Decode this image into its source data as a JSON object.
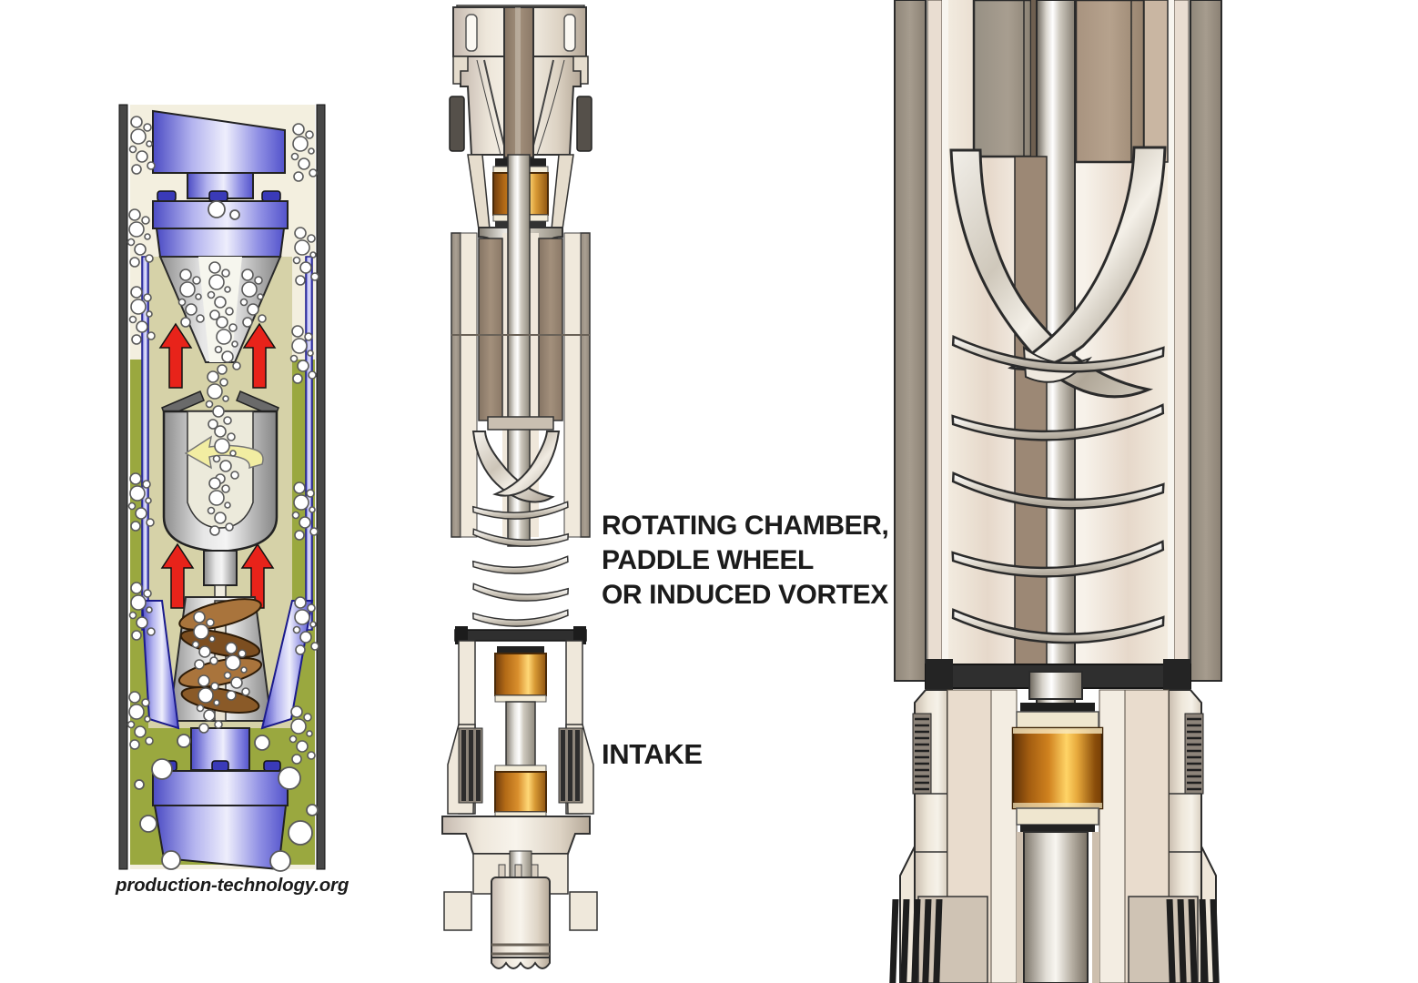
{
  "labels": {
    "rotating_chamber": "ROTATING CHAMBER,\nPADDLE WHEEL\nOR INDUCED VORTEX",
    "intake": "INTAKE",
    "watermark": "production-technology.org"
  },
  "colors": {
    "label_text": "#1b1b1b",
    "arrow_red": "#e8231a",
    "rotation_arrow_yellow": "#f2eda2",
    "annulus_green": "#9aa83f",
    "interior_khaki": "#d6d2a8",
    "annulus_cream": "#f3efdf",
    "casing_gray": "#474747",
    "housing_blue": "#6b6bdc",
    "auger_brown_light": "#a9743c",
    "auger_brown_dark": "#7c4e20",
    "copper": "#d0832a",
    "band_dark": "#2f2f2f",
    "body_cream": "#efe9dc",
    "metal_silver": "#d8d4cc"
  }
}
